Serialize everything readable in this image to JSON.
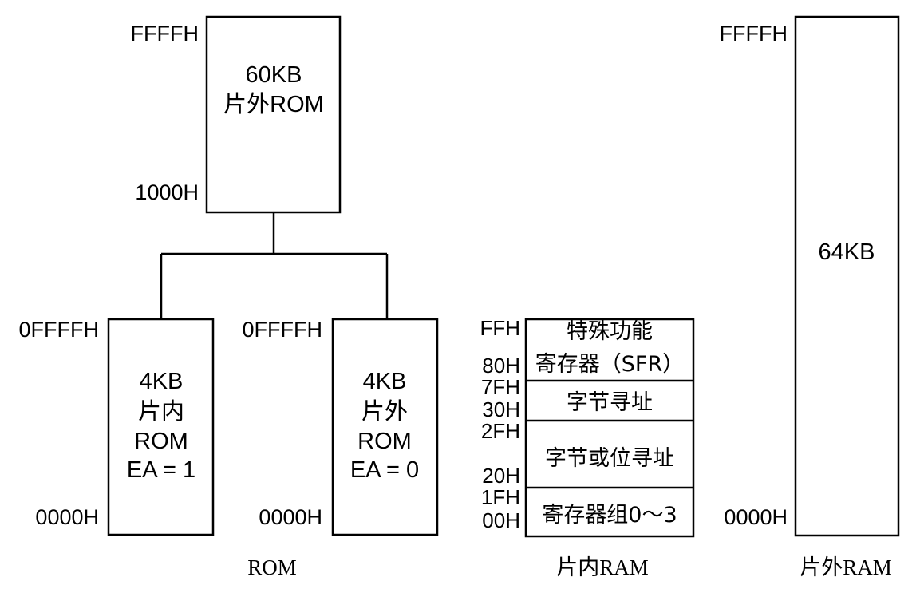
{
  "external_rom": {
    "top_addr": "FFFFH",
    "bottom_addr": "1000H",
    "lines": [
      "60KB",
      "片外ROM"
    ]
  },
  "internal_rom": {
    "top_addr": "0FFFFH",
    "bottom_addr": "0000H",
    "lines": [
      "4KB",
      "片内",
      "ROM",
      "EA = 1"
    ]
  },
  "external_low_rom": {
    "top_addr": "0FFFFH",
    "bottom_addr": "0000H",
    "lines": [
      "4KB",
      "片外",
      "ROM",
      "EA = 0"
    ]
  },
  "internal_ram": {
    "addresses": [
      "FFH",
      "80H",
      "7FH",
      "30H",
      "2FH",
      "20H",
      "1FH",
      "00H"
    ],
    "regions": [
      {
        "lines": [
          "特殊功能",
          "寄存器（SFR）"
        ]
      },
      {
        "lines": [
          "字节寻址"
        ]
      },
      {
        "lines": [
          "字节或位寻址"
        ]
      },
      {
        "lines": [
          "寄存器组0～3"
        ]
      }
    ]
  },
  "external_ram": {
    "top_addr": "FFFFH",
    "bottom_addr": "0000H",
    "label": "64KB"
  },
  "captions": {
    "rom": "ROM",
    "internal_ram": "片内RAM",
    "external_ram": "片外RAM"
  }
}
